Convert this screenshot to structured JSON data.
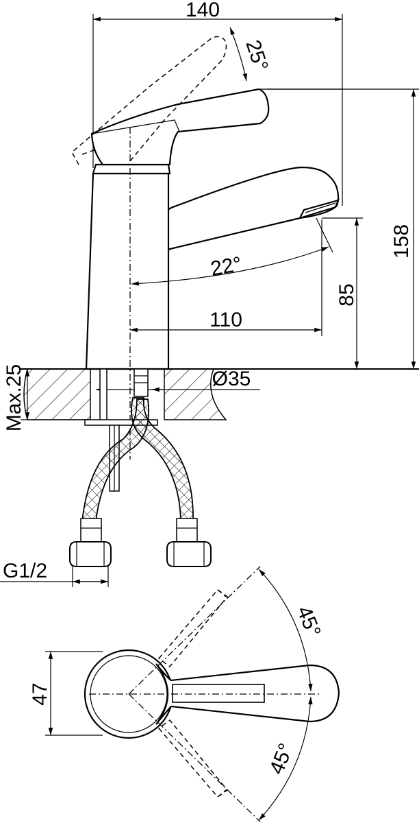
{
  "dimensions": {
    "width_140": "140",
    "angle_25": "25°",
    "height_158": "158",
    "height_85": "85",
    "angle_22": "22°",
    "reach_110": "110",
    "dia_35": "Ø35",
    "max_25": "Max.25",
    "thread_g12": "G1/2",
    "width_47": "47",
    "angle_45_top": "45°",
    "angle_45_bottom": "45°"
  }
}
